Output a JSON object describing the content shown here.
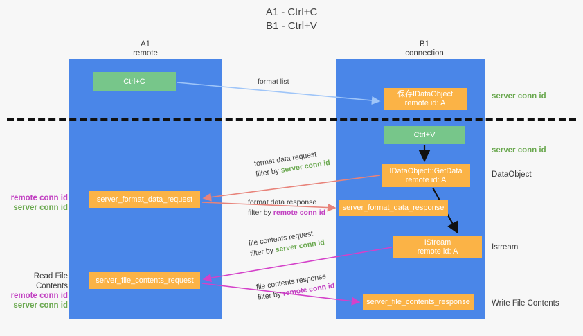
{
  "title": "A1 - Ctrl+C\nB1 - Ctrl+V",
  "lanes": [
    {
      "name": "A1",
      "sub": "remote"
    },
    {
      "name": "B1",
      "sub": "connection"
    }
  ],
  "boxes": {
    "ctrl_c": "Ctrl+C",
    "save_dataobject_l1": "保存IDataObject",
    "save_dataobject_l2": "remote id: A",
    "ctrl_v": "Ctrl+V",
    "getdata_l1": "IDataObject::GetData",
    "getdata_l2": "remote id: A",
    "format_data_request": "server_format_data_request",
    "format_data_response": "server_format_data_response",
    "istream_l1": "IStream",
    "istream_l2": "remote id: A",
    "file_contents_request": "server_file_contents_request",
    "file_contents_response": "server_file_contents_response"
  },
  "side_labels": {
    "server_conn_id_top": "server conn id",
    "server_conn_id_mid": "server conn id",
    "dataobject": "DataObject",
    "istream": "Istream",
    "write_file_contents": "Write File Contents",
    "read_file_contents": "Read File Contents",
    "remote_conn_id": "remote conn id",
    "server_conn_id": "server conn id"
  },
  "flow_notes": {
    "format_list": "format list",
    "format_data_request": "format data request",
    "format_data_request_filter_prefix": "filter by ",
    "format_data_request_filter_value": "server conn id",
    "format_data_response": "format data response",
    "format_data_response_filter_prefix": "filter by ",
    "format_data_response_filter_value": "remote conn id",
    "file_contents_request": "file contents request",
    "file_contents_request_filter_prefix": "filter by ",
    "file_contents_request_filter_value": "server conn id",
    "file_contents_response": "file contents response",
    "file_contents_response_filter_prefix": "filter by ",
    "file_contents_response_filter_value": "remote conn id"
  },
  "colors": {
    "lane": "#4a86e8",
    "green_box": "#77c68a",
    "orange_box": "#fbb346",
    "server_conn_id": "#6aa84f",
    "remote_conn_id": "#c13fc1",
    "arrow_blue": "#9fc5f8",
    "arrow_red": "#e8837a",
    "arrow_magenta": "#d441c9",
    "arrow_dark": "#111111"
  }
}
